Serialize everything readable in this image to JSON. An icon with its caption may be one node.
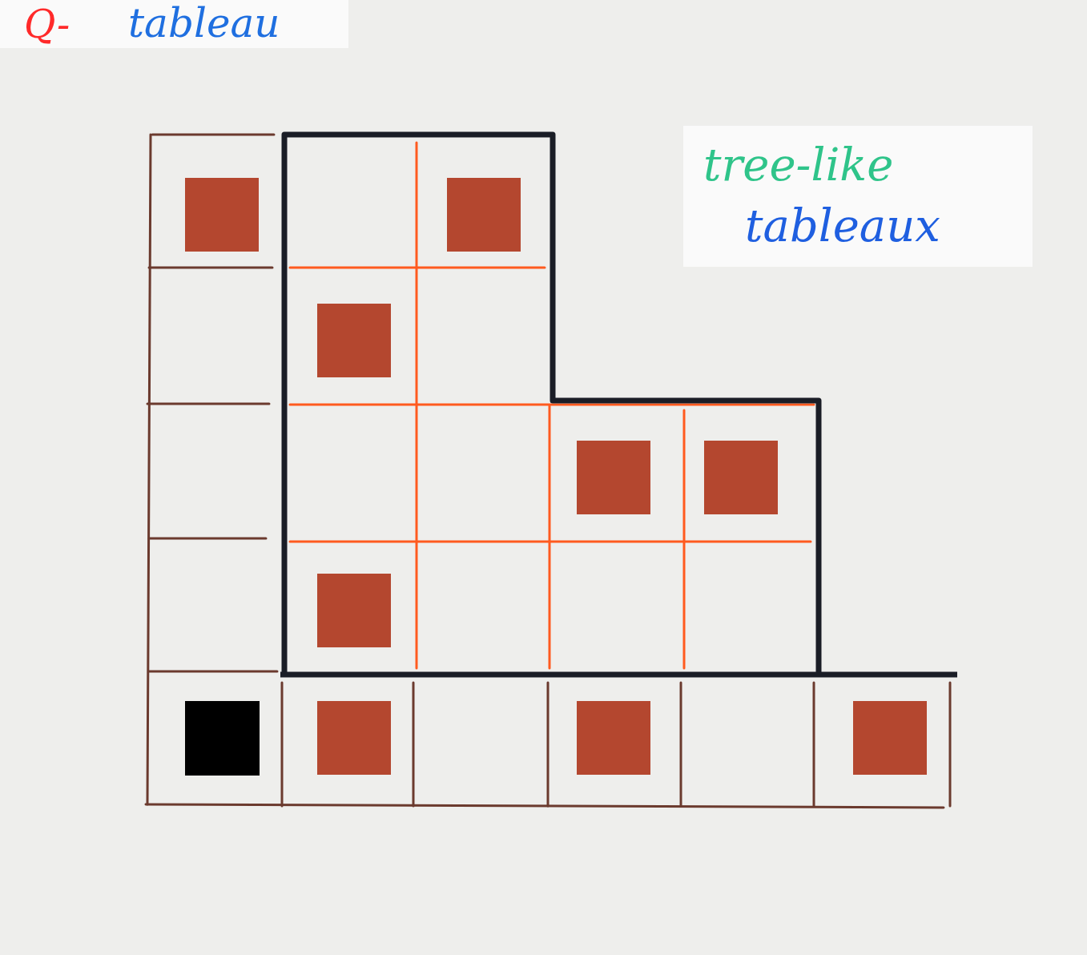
{
  "diagram": {
    "labels": [
      "Q-",
      "tableau",
      "tree-like",
      "tableaux"
    ]
  }
}
